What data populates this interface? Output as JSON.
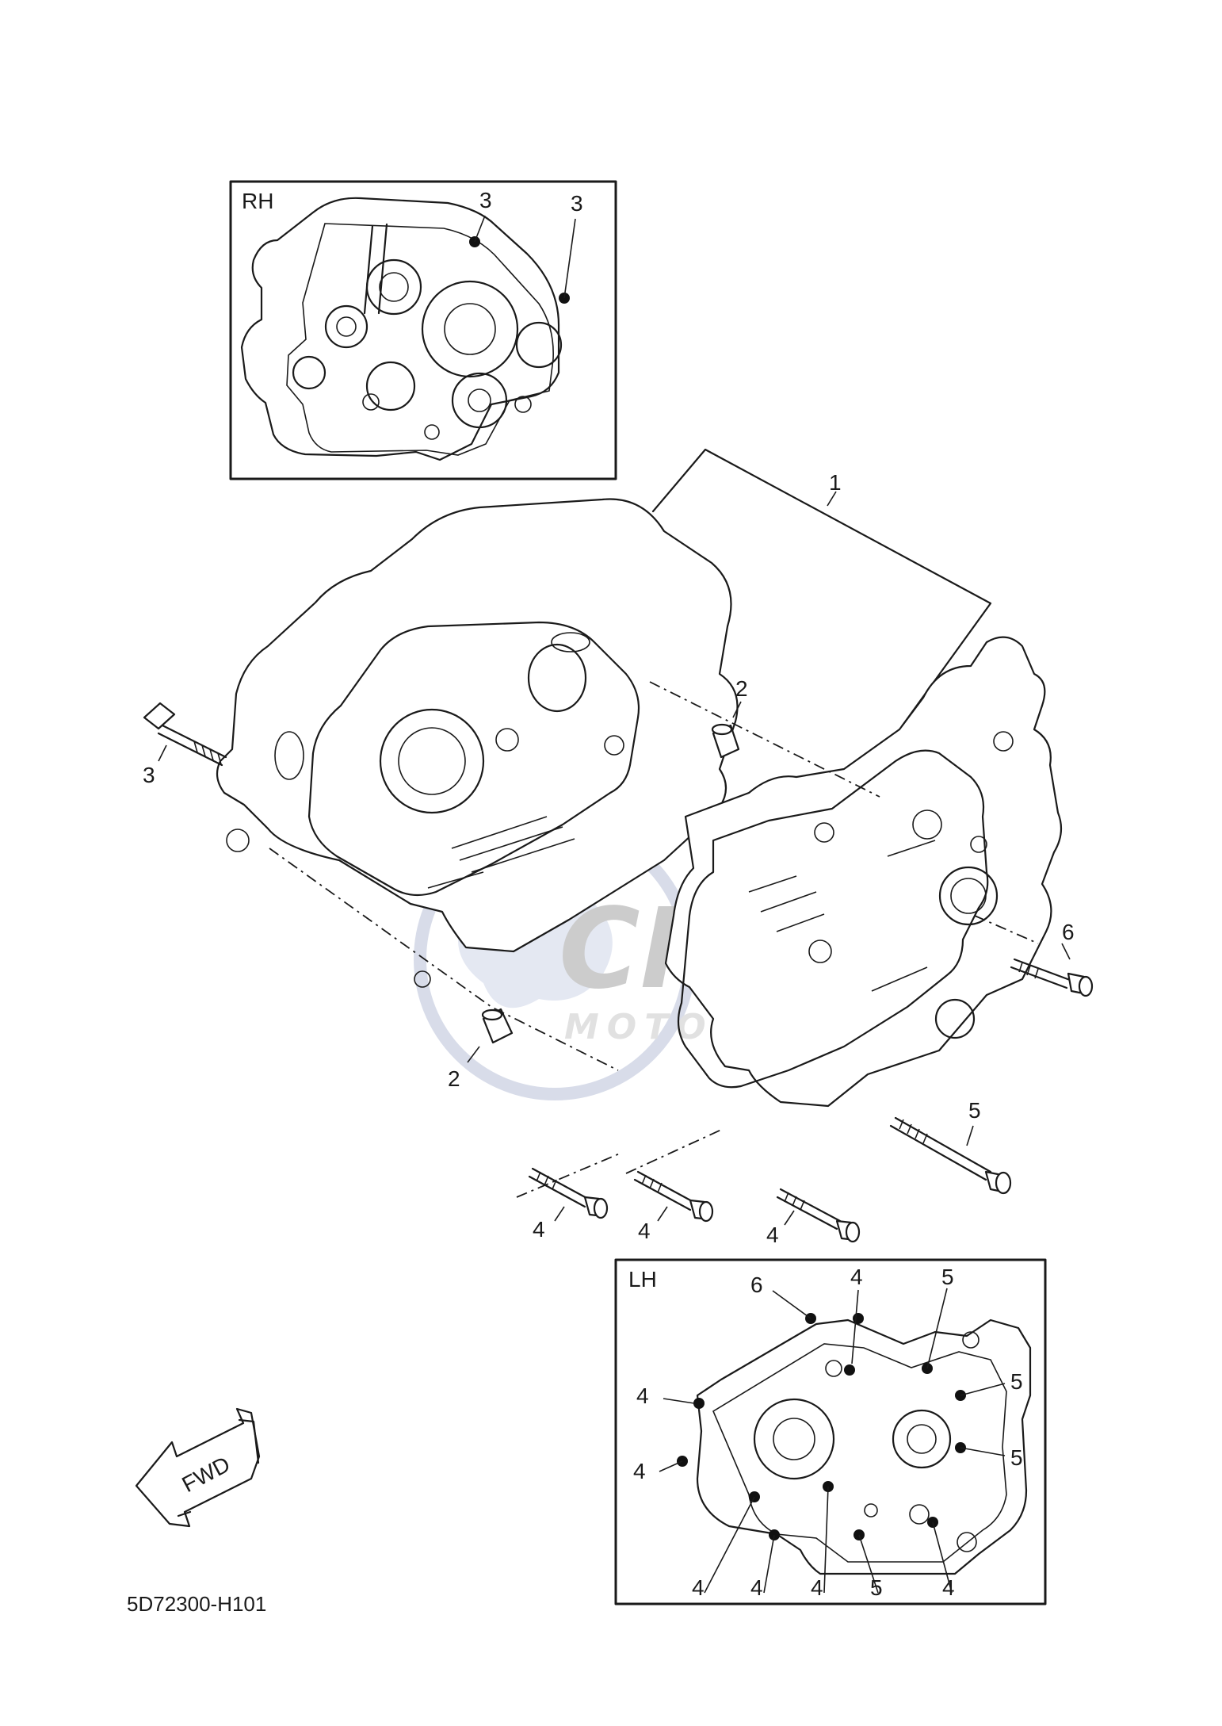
{
  "insets": {
    "rh": {
      "label": "RH",
      "callouts": [
        "3",
        "3"
      ]
    },
    "lh": {
      "label": "LH",
      "callouts": [
        "6",
        "4",
        "5",
        "4",
        "5",
        "4",
        "5",
        "4",
        "4",
        "4",
        "5",
        "4"
      ]
    }
  },
  "main": {
    "callouts": {
      "crankcase": "1",
      "dowel_upper": "2",
      "dowel_lower": "2",
      "bolt_left": "3",
      "bolt_a": "4",
      "bolt_b": "4",
      "bolt_c": "4",
      "bolt_long": "5",
      "bolt_right": "6"
    }
  },
  "direction": {
    "label": "FWD"
  },
  "diagram_code": "5D72300-H101",
  "watermark": {
    "brand": "CMS",
    "tagline": "MOTORPARTS",
    "color": "#9aa6c8"
  }
}
